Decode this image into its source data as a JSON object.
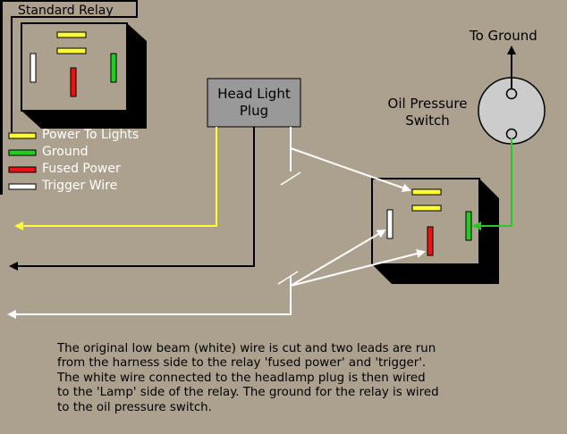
{
  "standard_relay": {
    "title": "Standard Relay",
    "legend": [
      {
        "label": "Power To Lights",
        "color": "#ffff33"
      },
      {
        "label": "Ground",
        "color": "#22cc22"
      },
      {
        "label": "Fused Power",
        "color": "#ee1111"
      },
      {
        "label": "Trigger Wire",
        "color": "#ffffff"
      }
    ]
  },
  "headlight_plug": {
    "line1": "Head Light",
    "line2": "Plug"
  },
  "to_ground": "To Ground",
  "oil_switch": {
    "line1": "Oil Pressure",
    "line2": "Switch"
  },
  "note_lines": [
    "The original low beam (white) wire is cut and two leads are run",
    "from the harness side to the relay 'fused power' and 'trigger'.",
    "The white wire connected to the headlamp plug is then wired",
    "to the 'Lamp' side of the relay.  The ground for the relay is wired",
    "to the oil pressure switch."
  ],
  "colors": {
    "background": "#aca18f",
    "relay_face": "#aca18f",
    "relay_shadow": "#000000",
    "plug_fill": "#999999",
    "switch_fill": "#cccccc",
    "wire_yellow": "#ffff33",
    "wire_green": "#22cc22",
    "wire_red": "#ee1111",
    "wire_white": "#ffffff",
    "wire_black": "#000000"
  }
}
